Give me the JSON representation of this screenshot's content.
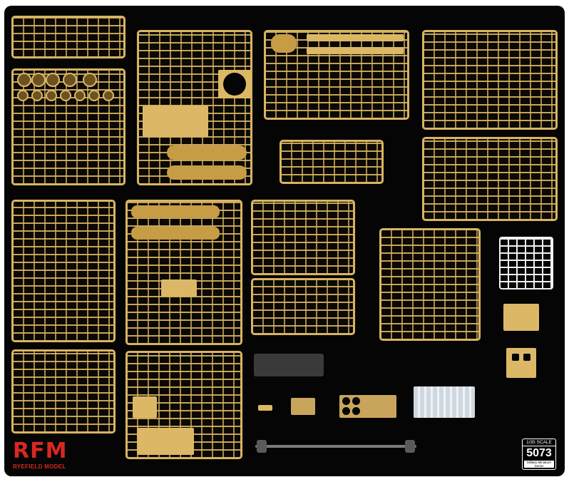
{
  "brand": {
    "logo_mark": "RFM",
    "name": "RYEFIELD MODEL"
  },
  "product": {
    "scale": "1/35 SCALE",
    "code": "5073",
    "series": "Military Miniature Series"
  },
  "colors": {
    "sprue": "#d8b463",
    "background": "#050505",
    "brand_red": "#d8281f"
  }
}
